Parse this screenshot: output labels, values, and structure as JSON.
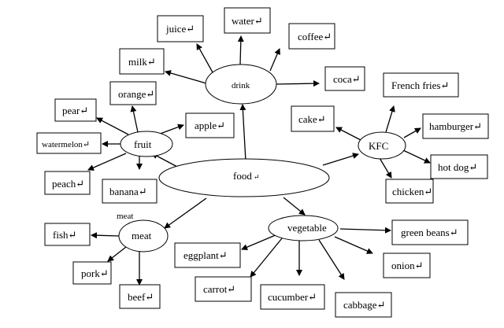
{
  "center": "food",
  "hubs": {
    "drink": "drink",
    "fruit": "fruit",
    "kfc": "KFC",
    "meat": "meat",
    "vegetable": "vegetable"
  },
  "meat_caption": "meat",
  "drink_items": [
    "juice",
    "water",
    "coffee",
    "milk",
    "coca"
  ],
  "fruit_items": [
    "orange",
    "pear",
    "apple",
    "watermelon",
    "peach",
    "banana"
  ],
  "kfc_items": [
    "French fries",
    "cake",
    "hamburger",
    "hot dog",
    "chicken"
  ],
  "meat_items": [
    "fish",
    "pork",
    "beef"
  ],
  "vegetable_items": [
    "green beans",
    "eggplant",
    "onion",
    "carrot",
    "cucumber",
    "cabbage"
  ],
  "return_mark": "↵"
}
